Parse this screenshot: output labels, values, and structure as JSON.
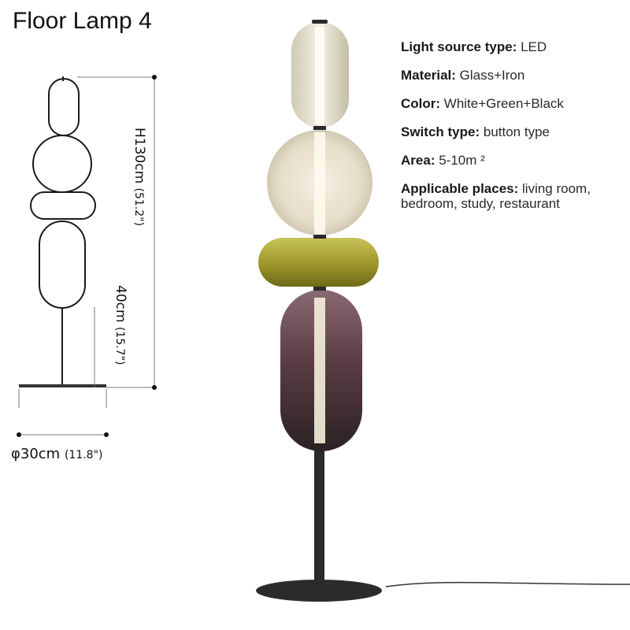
{
  "title": "Floor Lamp 4",
  "specs": [
    {
      "label": "Light source type",
      "value": "LED"
    },
    {
      "label": "Material",
      "value": "Glass+Iron"
    },
    {
      "label": "Color",
      "value": "White+Green+Black"
    },
    {
      "label": "Switch type",
      "value": "button type"
    },
    {
      "label": "Area",
      "value": "5-10m ²"
    },
    {
      "label": "Applicable places",
      "value": "living room, bedroom, study, restaurant"
    }
  ],
  "dimensions": {
    "height_main": "H130cm",
    "height_sub": "(51.2\")",
    "base_main": "40cm",
    "base_sub": "(15.7\")",
    "width_main": "φ30cm",
    "width_sub": "(11.8\")"
  },
  "colors": {
    "shade_top": "#ebe6d6",
    "shade_middle": "#ebe3d3",
    "shade_green": "#a8a237",
    "shade_bottom": "#5a3c44",
    "metal": "#2b2b2b"
  }
}
